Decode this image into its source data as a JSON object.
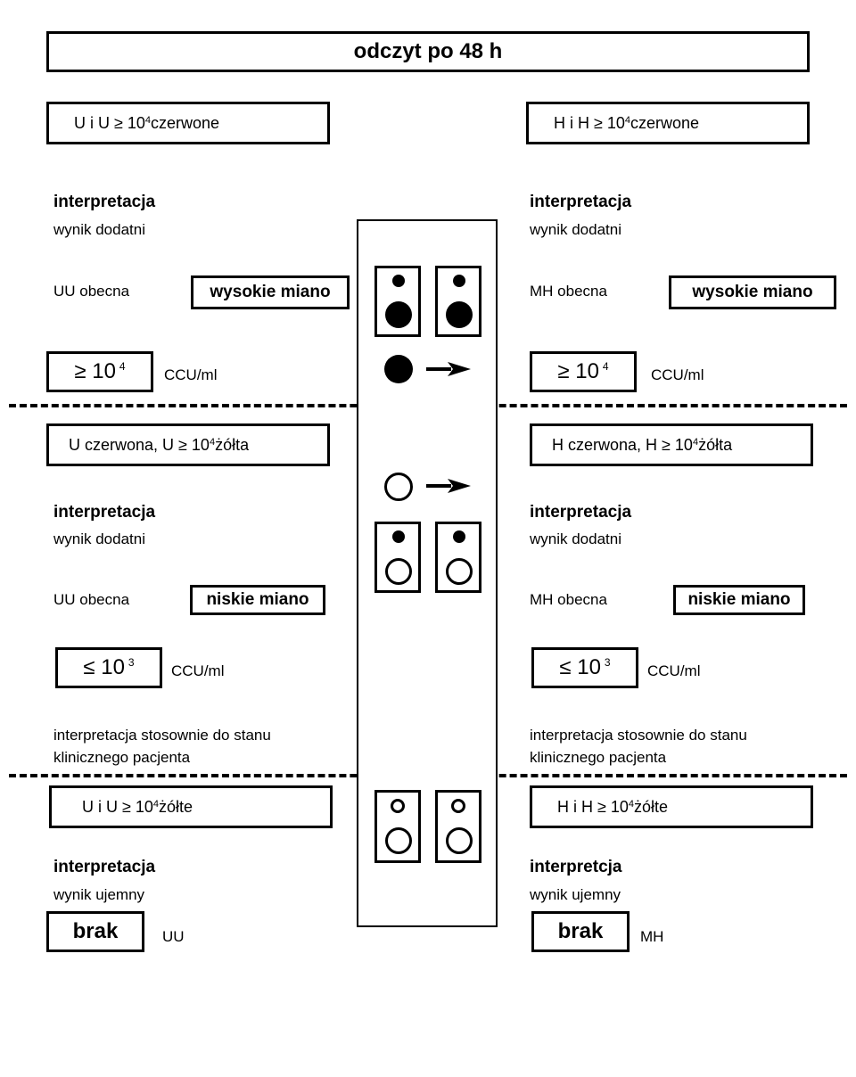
{
  "title": "odczyt po 48 h",
  "sections": {
    "high": {
      "left": {
        "condition": {
          "pre": "U i U ≥ 10",
          "exp": "4",
          "post": " czerwone"
        },
        "interp_heading": "interpretacja",
        "result": "wynik dodatni",
        "presence": "UU obecna",
        "titer": "wysokie miano",
        "value": {
          "base": "≥ 10",
          "exp": "4"
        },
        "unit": "CCU/ml"
      },
      "right": {
        "condition": {
          "pre": "H i H ≥ 10",
          "exp": "4",
          "post": " czerwone"
        },
        "interp_heading": "interpretacja",
        "result": "wynik dodatni",
        "presence": "MH obecna",
        "titer": "wysokie miano",
        "value": {
          "base": "≥ 10",
          "exp": "4"
        },
        "unit": "CCU/ml"
      }
    },
    "low": {
      "left": {
        "condition": {
          "pre": "U czerwona, U ≥ 10",
          "exp": "4",
          "post": " żółta"
        },
        "interp_heading": "interpretacja",
        "result": "wynik dodatni",
        "presence": "UU obecna",
        "titer": "niskie miano",
        "value": {
          "base": "≤ 10",
          "exp": "3"
        },
        "unit": "CCU/ml",
        "note_line1": "interpretacja stosownie do stanu",
        "note_line2": "klinicznego pacjenta"
      },
      "right": {
        "condition": {
          "pre": "H czerwona, H ≥ 10",
          "exp": "4",
          "post": " żółta"
        },
        "interp_heading": "interpretacja",
        "result": "wynik dodatni",
        "presence": "MH obecna",
        "titer": "niskie miano",
        "value": {
          "base": "≤ 10",
          "exp": "3"
        },
        "unit": "CCU/ml",
        "note_line1": "interpretacja stosownie do stanu",
        "note_line2": "klinicznego pacjenta"
      }
    },
    "negative": {
      "left": {
        "condition": {
          "pre": "U i U ≥ 10",
          "exp": "4",
          "post": " żółte"
        },
        "interp_heading": "interpretacja",
        "result": "wynik ujemny",
        "brak": "brak",
        "organism": "UU"
      },
      "right": {
        "condition": {
          "pre": "H i H ≥ 10",
          "exp": "4",
          "post": " żółte"
        },
        "interp_heading": "interpretcja",
        "result": "wynik ujemny",
        "brak": "brak",
        "organism": "MH"
      }
    }
  },
  "icons": {
    "filled_dot": "filled-circle-icon",
    "open_dot": "open-circle-icon",
    "arrow": "arrow-right-icon"
  }
}
